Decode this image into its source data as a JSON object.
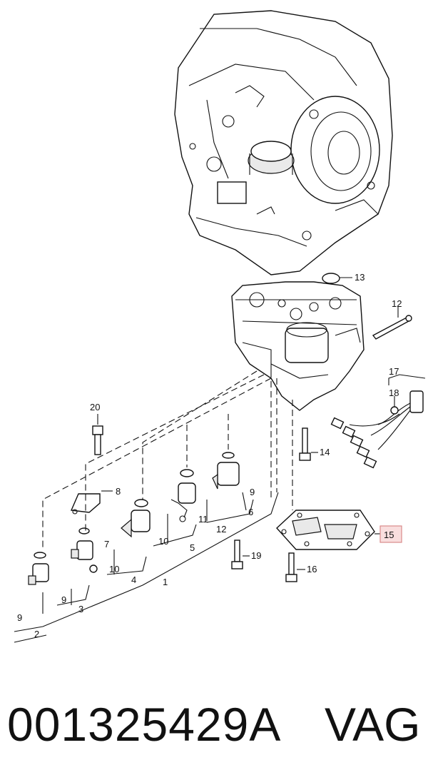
{
  "callouts": {
    "c1": "1",
    "c2": "2",
    "c3": "3",
    "c4": "4",
    "c5": "5",
    "c6": "6",
    "c7": "7",
    "c8": "8",
    "c9a": "9",
    "c9b": "9",
    "c9c": "9",
    "c10a": "10",
    "c10b": "10",
    "c11": "11",
    "c12a": "12",
    "c12b": "12",
    "c13": "13",
    "c14": "14",
    "c15": "15",
    "c16": "16",
    "c17": "17",
    "c18": "18",
    "c19": "19",
    "c20": "20"
  },
  "highlight_color": "#f9dede",
  "footer": {
    "part_number": "001325429A",
    "brand": "VAG"
  }
}
